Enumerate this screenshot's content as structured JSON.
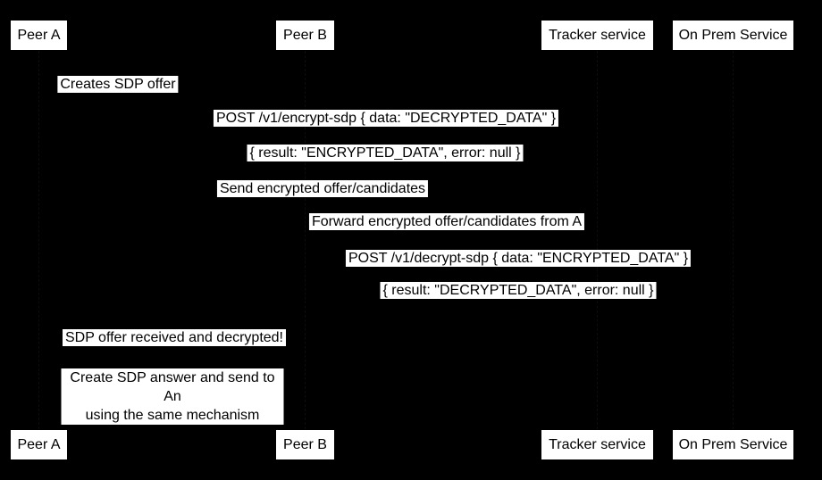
{
  "diagram": {
    "type": "sequence-diagram",
    "colors": {
      "background": "#000000",
      "label_background": "#ffffff",
      "text": "#000000",
      "lines": "#000000"
    },
    "actors": [
      {
        "id": "peer-a",
        "label": "Peer A"
      },
      {
        "id": "peer-b",
        "label": "Peer B"
      },
      {
        "id": "tracker-service",
        "label": "Tracker service"
      },
      {
        "id": "on-prem-service",
        "label": "On Prem Service"
      }
    ],
    "messages": [
      {
        "from": "peer-a",
        "to": "peer-a",
        "label": "Creates SDP offer"
      },
      {
        "from": "peer-a",
        "to": "on-prem-service",
        "label": "POST /v1/encrypt-sdp { data: \"DECRYPTED_DATA\" }"
      },
      {
        "from": "on-prem-service",
        "to": "peer-a",
        "label": "{ result: \"ENCRYPTED_DATA\", error: null }"
      },
      {
        "from": "peer-a",
        "to": "tracker-service",
        "label": "Send encrypted offer/candidates"
      },
      {
        "from": "tracker-service",
        "to": "peer-b",
        "label": "Forward encrypted offer/candidates from A"
      },
      {
        "from": "peer-b",
        "to": "on-prem-service",
        "label": "POST /v1/decrypt-sdp { data: \"ENCRYPTED_DATA\" }"
      },
      {
        "from": "on-prem-service",
        "to": "peer-b",
        "label": "{ result: \"DECRYPTED_DATA\", error: null }"
      },
      {
        "from": "peer-b",
        "to": "peer-a",
        "label": "SDP offer received and decrypted!"
      }
    ],
    "note": {
      "over": "peer-a,peer-b",
      "label": "Create SDP answer and send to An\nusing the same mechanism"
    }
  }
}
